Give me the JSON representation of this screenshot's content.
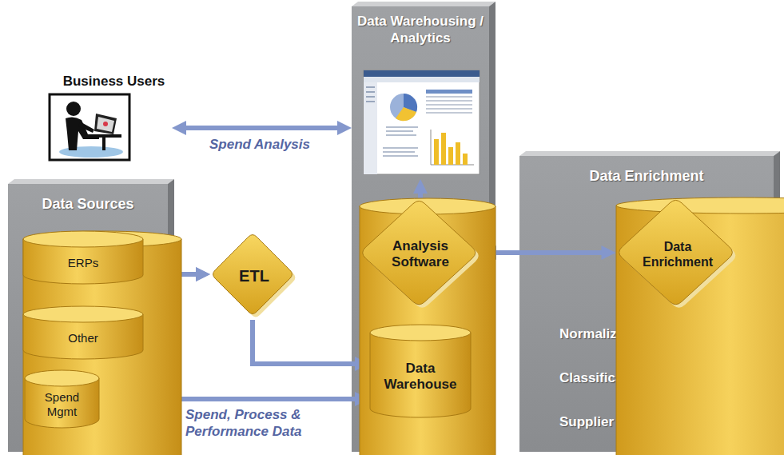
{
  "diagram": {
    "nodes": [
      {
        "text": [
          "Business Users"
        ]
      },
      {
        "text": [
          "Data Warehousing / Analytics"
        ]
      },
      {
        "text": [
          "Analysis Software"
        ],
        "in": 1
      },
      {
        "text": [
          "Data Warehouse"
        ],
        "in": 1
      },
      {
        "text": [
          "Data Sources"
        ]
      },
      {
        "text": [
          "ERPs"
        ],
        "in": 4
      },
      {
        "text": [
          "Other"
        ],
        "in": 4
      },
      {
        "text": [
          "Spend Mgmt"
        ],
        "in": 4
      },
      {
        "text": [
          "ETL"
        ]
      },
      {
        "text": [
          "Data Enrichment",
          "Normalization",
          "Classification",
          "Supplier Enrichment"
        ]
      },
      {
        "text": [
          "Data Enrichment"
        ],
        "in": 9
      }
    ],
    "edges": [
      {
        "from": 0,
        "to": 1,
        "label": "Spend Analysis",
        "arrow": "both"
      },
      {
        "from": 5,
        "to": 8,
        "arrow": "to"
      },
      {
        "from": 6,
        "to": 8,
        "arrow": "to"
      },
      {
        "from": 8,
        "to": 3,
        "arrow": "to"
      },
      {
        "from": 7,
        "to": 3,
        "label": "Spend, Process & Performance Data",
        "arrow": "to"
      },
      {
        "from": 3,
        "to": 2,
        "arrow": "to"
      },
      {
        "from": 2,
        "to": 10,
        "arrow": "both"
      }
    ]
  }
}
